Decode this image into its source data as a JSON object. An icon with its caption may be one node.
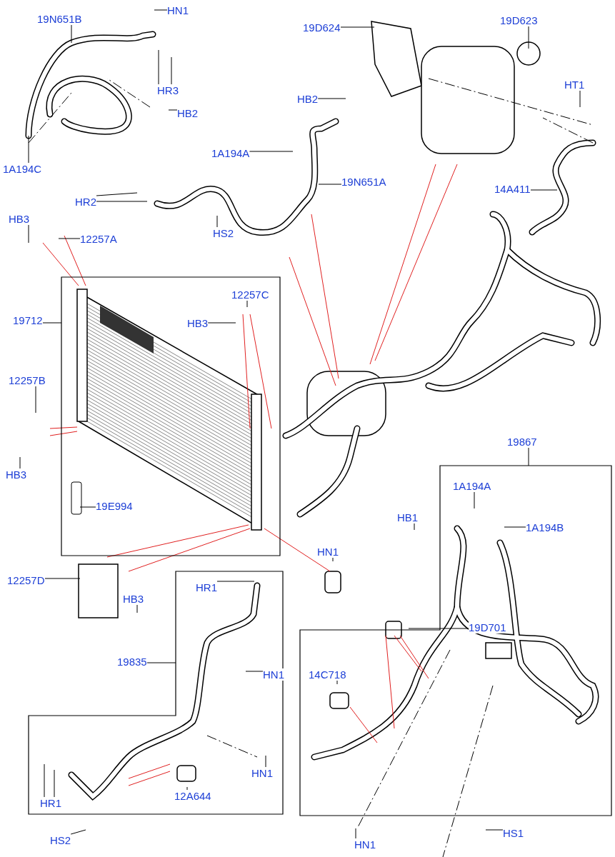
{
  "diagram": {
    "nodes": [
      {
        "text": [
          "19N651B"
        ]
      },
      {
        "text": [
          "HN1"
        ]
      },
      {
        "text": [
          "HR3"
        ]
      },
      {
        "text": [
          "HB2"
        ]
      },
      {
        "text": [
          "1A194C"
        ]
      },
      {
        "text": [
          "19D624"
        ]
      },
      {
        "text": [
          "19D623"
        ]
      },
      {
        "text": [
          "HT1"
        ]
      },
      {
        "text": [
          "HB2"
        ]
      },
      {
        "text": [
          "1A194A"
        ]
      },
      {
        "text": [
          "19N651A"
        ]
      },
      {
        "text": [
          "HR2"
        ]
      },
      {
        "text": [
          "HS2"
        ]
      },
      {
        "text": [
          "14A411"
        ]
      },
      {
        "text": [
          "HB3"
        ]
      },
      {
        "text": [
          "12257A"
        ]
      },
      {
        "text": [
          "19712"
        ]
      },
      {
        "text": [],
        "shape": "box"
      },
      {
        "text": [
          "12257C"
        ],
        "in": 17
      },
      {
        "text": [
          "HB3"
        ],
        "in": 17
      },
      {
        "text": [
          "12257B"
        ]
      },
      {
        "text": [
          "HB3"
        ]
      },
      {
        "text": [
          "19E994"
        ],
        "in": 17
      },
      {
        "text": [
          "12257D"
        ]
      },
      {
        "text": [
          "HB3"
        ]
      },
      {
        "text": [
          "HN1"
        ]
      },
      {
        "text": [],
        "shape": "box"
      },
      {
        "text": [
          "19835"
        ]
      },
      {
        "text": [
          "HR1"
        ],
        "in": 26
      },
      {
        "text": [
          "HN1"
        ],
        "in": 26
      },
      {
        "text": [
          "HN1"
        ],
        "in": 26
      },
      {
        "text": [
          "12A644"
        ],
        "in": 26
      },
      {
        "text": [
          "HR1"
        ],
        "in": 26
      },
      {
        "text": [
          "HS2"
        ]
      },
      {
        "text": [],
        "shape": "box"
      },
      {
        "text": [
          "19867"
        ]
      },
      {
        "text": [
          "1A194A"
        ],
        "in": 34
      },
      {
        "text": [
          "1A194B"
        ],
        "in": 34
      },
      {
        "text": [
          "HB1"
        ]
      },
      {
        "text": [
          "19D701"
        ],
        "in": 34
      },
      {
        "text": [
          "14C718"
        ],
        "in": 34
      },
      {
        "text": [
          "HN1"
        ]
      },
      {
        "text": [
          "HS1"
        ]
      }
    ],
    "edges": [
      {
        "from": 0,
        "to": null,
        "arrow": "none"
      },
      {
        "from": 1,
        "to": null,
        "arrow": "none"
      },
      {
        "from": 2,
        "to": null,
        "arrow": "none"
      },
      {
        "from": 2,
        "to": null,
        "arrow": "none"
      },
      {
        "from": 3,
        "to": null,
        "arrow": "none"
      },
      {
        "from": 4,
        "to": null,
        "arrow": "none"
      },
      {
        "from": 5,
        "to": null,
        "arrow": "none"
      },
      {
        "from": 6,
        "to": null,
        "arrow": "none"
      },
      {
        "from": 7,
        "to": null,
        "arrow": "none"
      },
      {
        "from": 8,
        "to": null,
        "arrow": "none"
      },
      {
        "from": 9,
        "to": null,
        "arrow": "none"
      },
      {
        "from": 10,
        "to": null,
        "arrow": "none"
      },
      {
        "from": 11,
        "to": null,
        "arrow": "none"
      },
      {
        "from": 11,
        "to": null,
        "arrow": "none"
      },
      {
        "from": 12,
        "to": null,
        "arrow": "none"
      },
      {
        "from": 13,
        "to": null,
        "arrow": "none"
      },
      {
        "from": 14,
        "to": null,
        "arrow": "none"
      },
      {
        "from": 15,
        "to": null,
        "arrow": "none"
      },
      {
        "from": 16,
        "to": 17,
        "arrow": "none"
      },
      {
        "from": 18,
        "to": null,
        "arrow": "none"
      },
      {
        "from": 19,
        "to": null,
        "arrow": "none"
      },
      {
        "from": 20,
        "to": null,
        "arrow": "none"
      },
      {
        "from": 21,
        "to": null,
        "arrow": "none"
      },
      {
        "from": 22,
        "to": null,
        "arrow": "none"
      },
      {
        "from": 23,
        "to": null,
        "arrow": "none"
      },
      {
        "from": 24,
        "to": null,
        "arrow": "none"
      },
      {
        "from": 25,
        "to": null,
        "arrow": "none"
      },
      {
        "from": 27,
        "to": 26,
        "arrow": "none"
      },
      {
        "from": 28,
        "to": null,
        "arrow": "none"
      },
      {
        "from": 29,
        "to": null,
        "arrow": "none"
      },
      {
        "from": 30,
        "to": null,
        "arrow": "none"
      },
      {
        "from": 31,
        "to": null,
        "arrow": "none"
      },
      {
        "from": 32,
        "to": null,
        "arrow": "none"
      },
      {
        "from": 32,
        "to": null,
        "arrow": "none"
      },
      {
        "from": 33,
        "to": null,
        "arrow": "none"
      },
      {
        "from": 35,
        "to": 34,
        "arrow": "none"
      },
      {
        "from": 36,
        "to": null,
        "arrow": "none"
      },
      {
        "from": 37,
        "to": null,
        "arrow": "none"
      },
      {
        "from": 38,
        "to": null,
        "arrow": "none"
      },
      {
        "from": 39,
        "to": null,
        "arrow": "none"
      },
      {
        "from": 40,
        "to": null,
        "arrow": "none"
      },
      {
        "from": 41,
        "to": null,
        "arrow": "none"
      },
      {
        "from": 42,
        "to": null,
        "arrow": "none"
      }
    ]
  }
}
